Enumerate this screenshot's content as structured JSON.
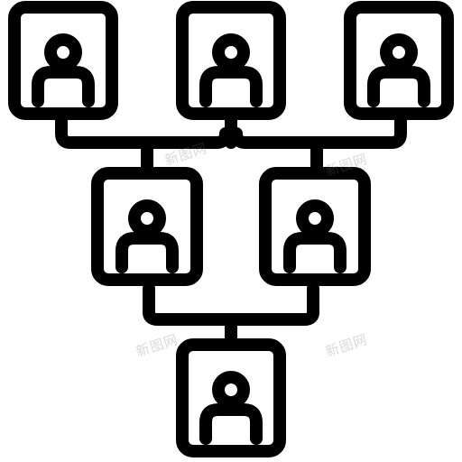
{
  "diagram": {
    "stroke_color": "#000000",
    "background": "#ffffff",
    "icon": "person-icon",
    "nodes": [
      {
        "id": "top-left",
        "icon": "person-icon"
      },
      {
        "id": "top-center",
        "icon": "person-icon"
      },
      {
        "id": "top-right",
        "icon": "person-icon"
      },
      {
        "id": "middle-left",
        "icon": "person-icon"
      },
      {
        "id": "middle-right",
        "icon": "person-icon"
      },
      {
        "id": "bottom",
        "icon": "person-icon"
      }
    ]
  },
  "watermarks": [
    "新图网",
    "新图网",
    "新图网",
    "新图网"
  ]
}
